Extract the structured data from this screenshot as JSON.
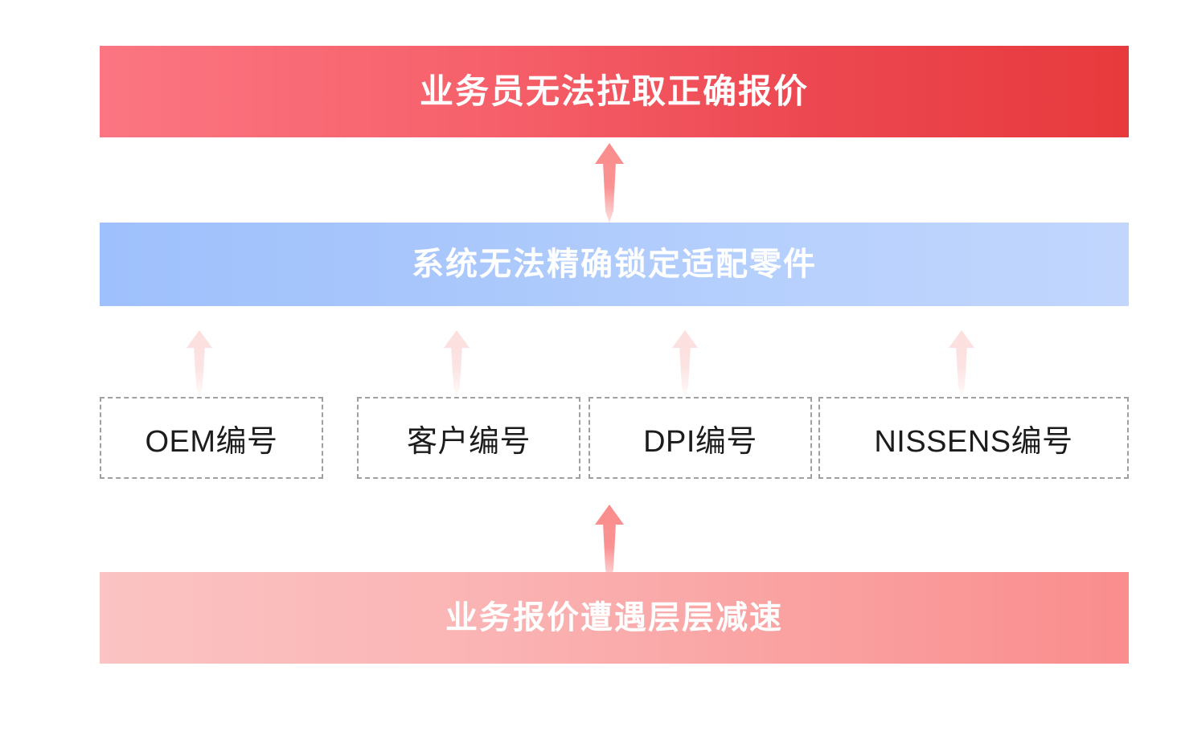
{
  "diagram": {
    "title_text_top": "业务员无法拉取正确报价",
    "bars": [
      {
        "id": "outcome",
        "label": "业务员无法拉取正确报价",
        "color_start": "#fb7682",
        "color_end": "#e73a3d"
      },
      {
        "id": "system",
        "label": "系统无法精确锁定适配零件",
        "color_start": "#9ec0fc",
        "color_end": "#c2d6fd"
      },
      {
        "id": "business",
        "label": "业务报价遭遇层层减速",
        "color_start": "#fbc3c3",
        "color_end": "#fa8d8d"
      }
    ],
    "items": [
      {
        "label": "OEM编号"
      },
      {
        "label": "客户编号"
      },
      {
        "label": "DPI编号"
      },
      {
        "label": "NISSENS编号"
      }
    ],
    "arrows": {
      "strong_color": "#fa8c8c",
      "faint_color": "#fce0e0",
      "direction": "up",
      "count": 6
    },
    "palette": {
      "background": "#ffffff",
      "box_border": "#a0a0a0",
      "box_text": "#1c1c1c",
      "bar_text": "#ffffff"
    }
  }
}
